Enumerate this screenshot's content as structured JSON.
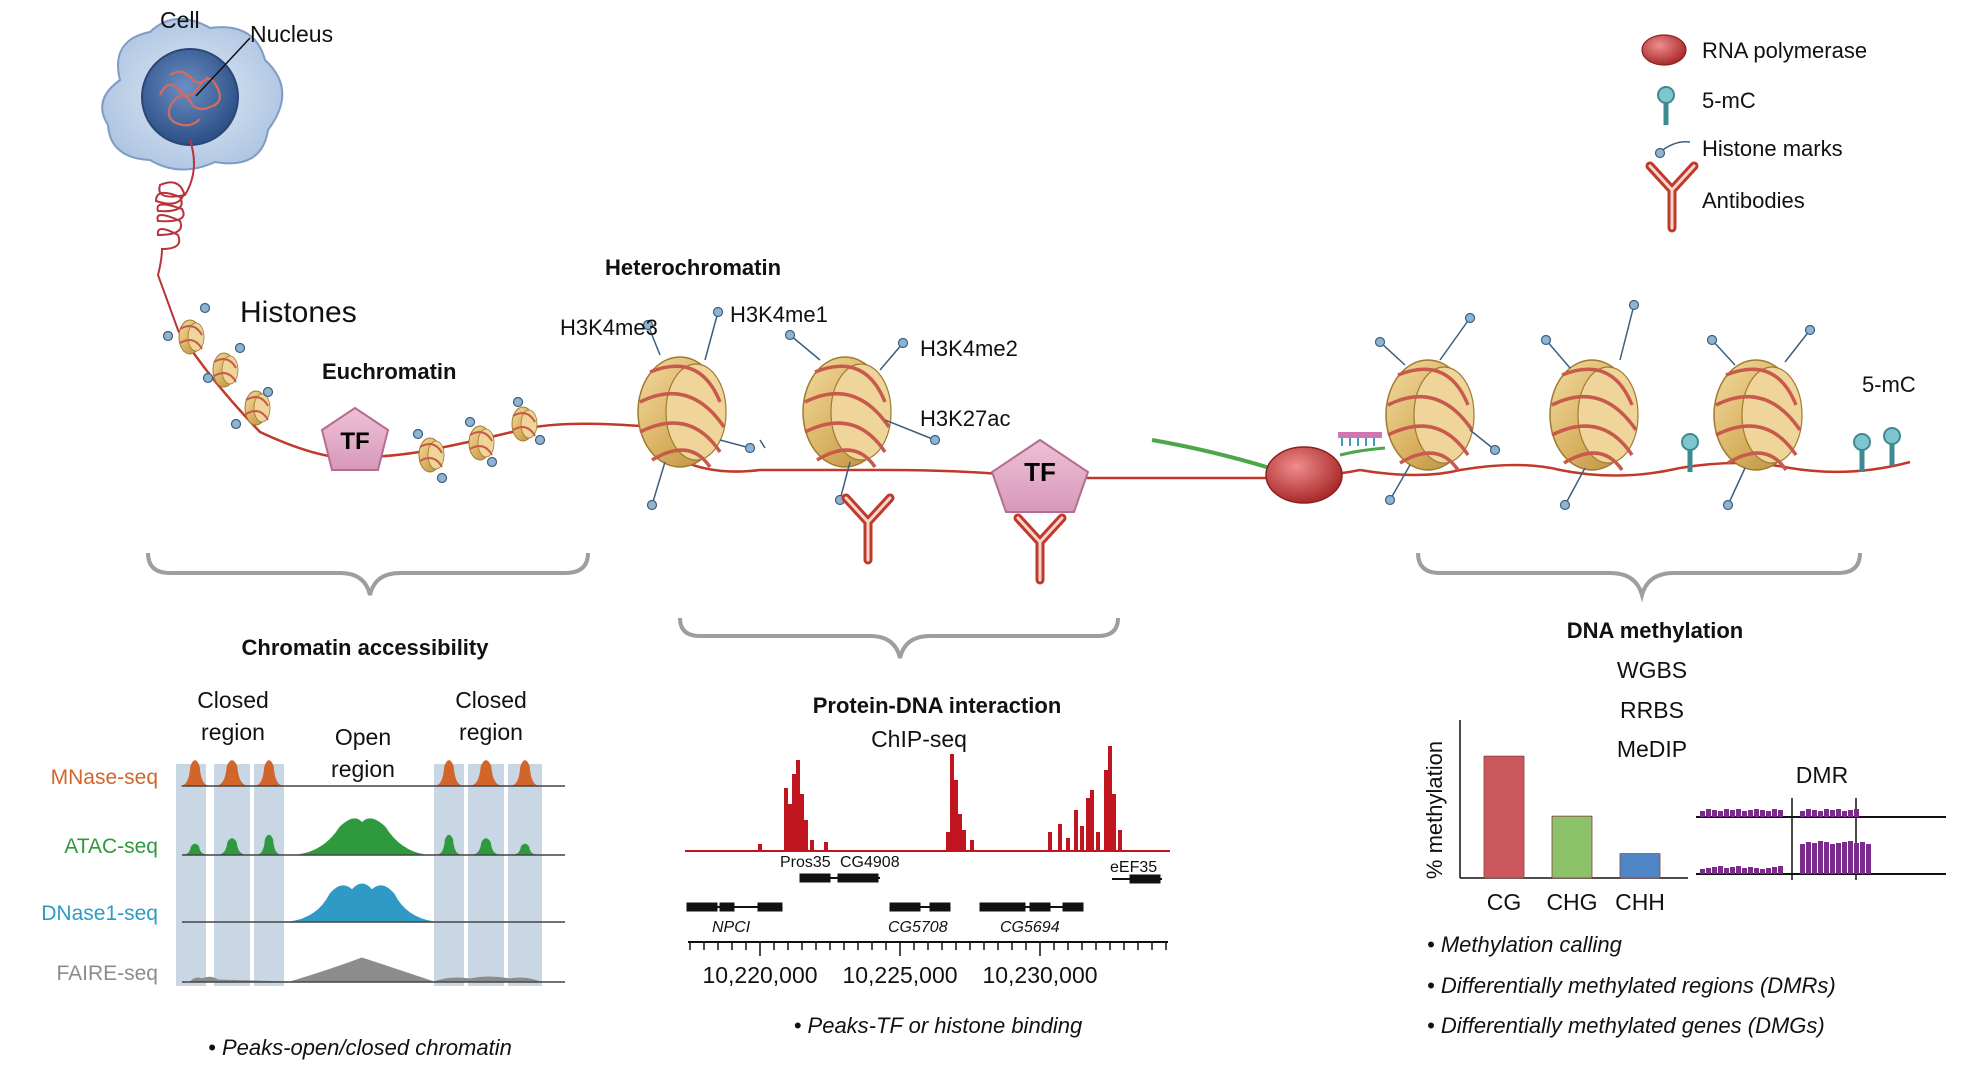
{
  "top": {
    "cell_label": "Cell",
    "nucleus_label": "Nucleus",
    "histones_label": "Histones",
    "euchromatin_label": "Euchromatin",
    "heterochromatin_label": "Heterochromatin",
    "tf_label": "TF",
    "marks": {
      "h3k4me3": "H3K4me3",
      "h3k4me1": "H3K4me1",
      "h3k4me2": "H3K4me2",
      "h3k27ac": "H3K27ac",
      "five_mc": "5-mC"
    }
  },
  "legend": {
    "rna_polymerase": "RNA polymerase",
    "five_mc": "5-mC",
    "histone_marks": "Histone marks",
    "antibodies": "Antibodies"
  },
  "accessibility": {
    "title": "Chromatin accessibility",
    "closed_line1": "Closed",
    "closed_line2": "region",
    "open_line1": "Open",
    "open_line2": "region",
    "tracks": [
      {
        "label": "MNase-seq",
        "color": "#d2652a"
      },
      {
        "label": "ATAC-seq",
        "color": "#2f9a3d"
      },
      {
        "label": "DNase1-seq",
        "color": "#2f9ac6"
      },
      {
        "label": "FAIRE-seq",
        "color": "#8c8c8c"
      }
    ],
    "bullet": "• Peaks-open/closed chromatin"
  },
  "protein_dna": {
    "title": "Protein-DNA interaction",
    "method": "ChIP-seq",
    "genes": {
      "pros35": "Pros35",
      "cg4908": "CG4908",
      "eef35": "eEF35",
      "npci": "NPCI",
      "cg5708": "CG5708",
      "cg5694": "CG5694"
    },
    "ticks": [
      "10,220,000",
      "10,225,000",
      "10,230,000"
    ],
    "bullet": "• Peaks-TF or histone binding",
    "track_color": "#c0141e"
  },
  "methylation": {
    "title": "DNA methylation",
    "methods": [
      "WGBS",
      "RRBS",
      "MeDIP"
    ],
    "ylabel": "% methylation",
    "dmr_label": "DMR",
    "bullets": [
      "• Methylation calling",
      "• Differentially methylated regions (DMRs)",
      "• Differentially methylated genes (DMGs)"
    ],
    "chart_data": {
      "type": "bar",
      "categories": [
        "CG",
        "CHG",
        "CHH"
      ],
      "values": [
        65,
        33,
        13
      ],
      "ylabel": "% methylation",
      "colors": [
        "#c9575c",
        "#8cc26a",
        "#4f86c7"
      ]
    }
  }
}
